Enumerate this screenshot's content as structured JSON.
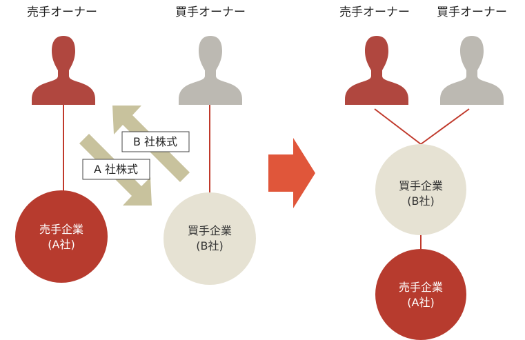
{
  "colors": {
    "seller": "#b73b2e",
    "seller_person": "#b0473f",
    "buyer_person": "#bcb9b2",
    "buyer_circle": "#e6e2d3",
    "arrow_tan": "#c8c29d",
    "big_arrow": "#e0563a",
    "line": "#c0392b"
  },
  "left": {
    "seller_owner_label": "売手オーナー",
    "buyer_owner_label": "買手オーナー",
    "seller_company": {
      "line1": "売手企業",
      "line2": "(A社)"
    },
    "buyer_company": {
      "line1": "買手企業",
      "line2": "(B社)"
    },
    "share_b_label": "B 社株式",
    "share_a_label": "A 社株式"
  },
  "right": {
    "seller_owner_label": "売手オーナー",
    "buyer_owner_label": "買手オーナー",
    "buyer_company": {
      "line1": "買手企業",
      "line2": "(B社)"
    },
    "seller_company": {
      "line1": "売手企業",
      "line2": "(A社)"
    }
  },
  "icons": {
    "person": "person-silhouette-icon",
    "arrow": "arrow-right-icon"
  }
}
